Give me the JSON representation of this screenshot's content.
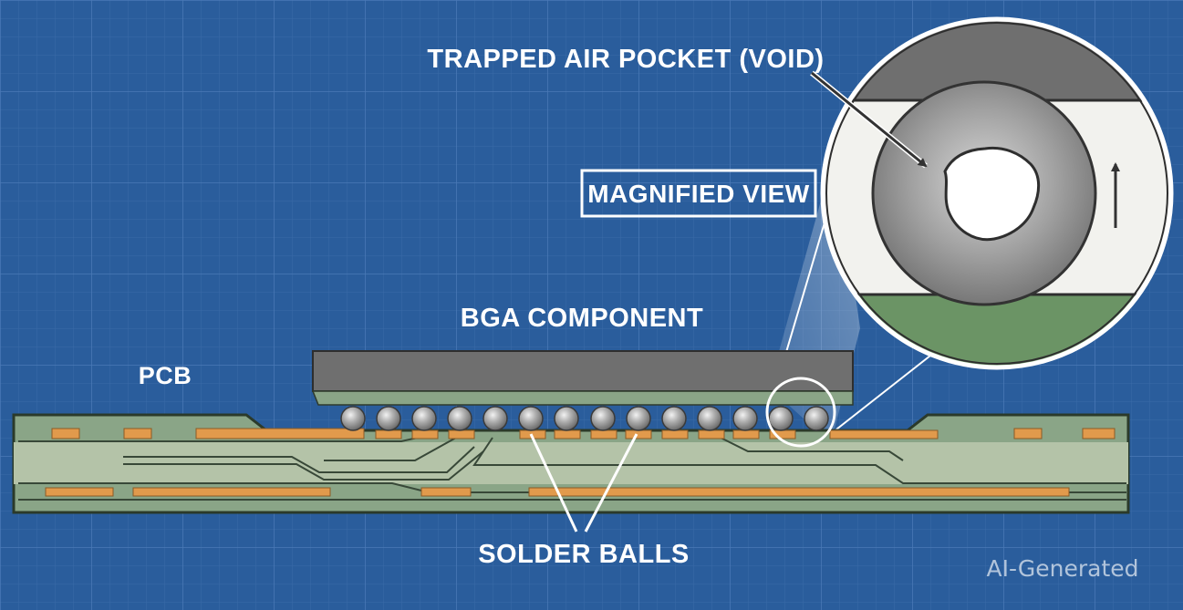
{
  "labels": {
    "trapped_air": "TRAPPED AIR POCKET (VOID)",
    "magnified_view": "MAGNIFIED VIEW",
    "bga_component": "BGA COMPONENT",
    "pcb": "PCB",
    "solder_balls": "SOLDER BALLS",
    "watermark": "AI-Generated"
  },
  "colors": {
    "background": "#2a5d9c",
    "grid": "#3f72b0",
    "pcb_green": "#8aa587",
    "pcb_light": "#b4c3a8",
    "copper": "#e19a4c",
    "component": "#6f6f6f",
    "solder_ball": "#a9a9a9"
  }
}
